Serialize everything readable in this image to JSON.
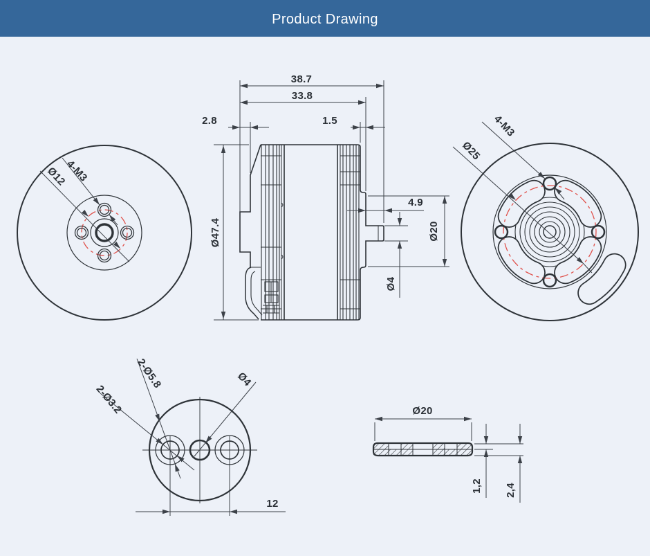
{
  "header": {
    "title": "Product Drawing"
  },
  "colors": {
    "header_bg": "#35679a",
    "canvas_bg": "#edf1f8",
    "line": "#2e3338",
    "dim_line": "#3c4148",
    "accent_red": "#e0504a",
    "title_text": "#ffffff"
  },
  "views": {
    "front_view": {
      "bolt_pattern": "4-M3",
      "bolt_circle_dia": "Ø12"
    },
    "side_view": {
      "overall_length": "38.7",
      "body_length": "33.8",
      "flange_offset": "2.8",
      "cap_offset": "1.5",
      "outer_dia": "Ø47.4",
      "shaft_length": "4.9",
      "hub_dia": "Ø20",
      "shaft_dia": "Ø4"
    },
    "rear_view": {
      "bolt_pattern": "4-M3",
      "bolt_circle_dia": "Ø25"
    },
    "adapter_view": {
      "outer_holes": "2-Ø5.8",
      "inner_holes": "2-Ø3.2",
      "center_hole": "Ø4",
      "hole_spacing": "12"
    },
    "section_view": {
      "disc_dia": "Ø20",
      "step_thickness": "1,2",
      "total_thickness": "2,4"
    }
  }
}
